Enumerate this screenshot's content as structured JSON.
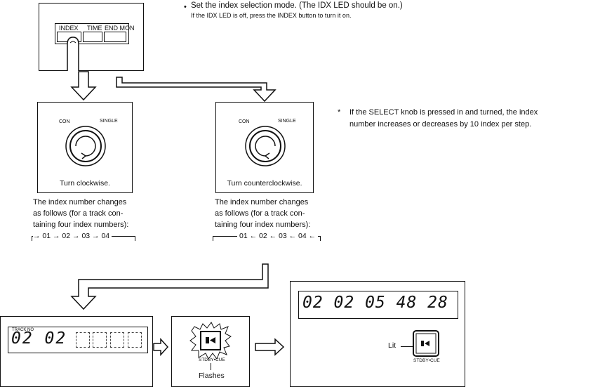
{
  "top": {
    "bullet_line": "Set the index selection mode. (The IDX LED should be on.)",
    "sub_line": "If the IDX LED is off, press the INDEX button to turn it on.",
    "buttons": [
      "INDEX",
      "TIME",
      "END MON"
    ]
  },
  "note": {
    "marker": "*",
    "line1": "If the SELECT knob is pressed in and turned, the index",
    "line2": "number increases or decreases by 10 index per step."
  },
  "left": {
    "knob_label_left": "CON",
    "knob_label_right": "SINGLE",
    "caption": "Turn clockwise.",
    "text_lines": [
      "The index number changes",
      "as follows (for a track con-",
      "taining four index numbers):"
    ],
    "sequence": "→ 01 → 02 → 03 → 04"
  },
  "right": {
    "knob_label_left": "CON",
    "knob_label_right": "SINGLE",
    "caption": "Turn counterclockwise.",
    "text_lines": [
      "The index number changes",
      "as follows (for a track con-",
      "taining four index numbers):"
    ],
    "sequence": "01 ← 02 ← 03 ← 04 ←"
  },
  "bottom": {
    "track_label": "TRACK NO",
    "display1": "02 02",
    "stdby_label": "STDBY•CUE",
    "flashes": "Flashes",
    "display2": "02 02 05 48 28",
    "lit": "Lit",
    "stdby_label2": "STDBY•CUE"
  }
}
